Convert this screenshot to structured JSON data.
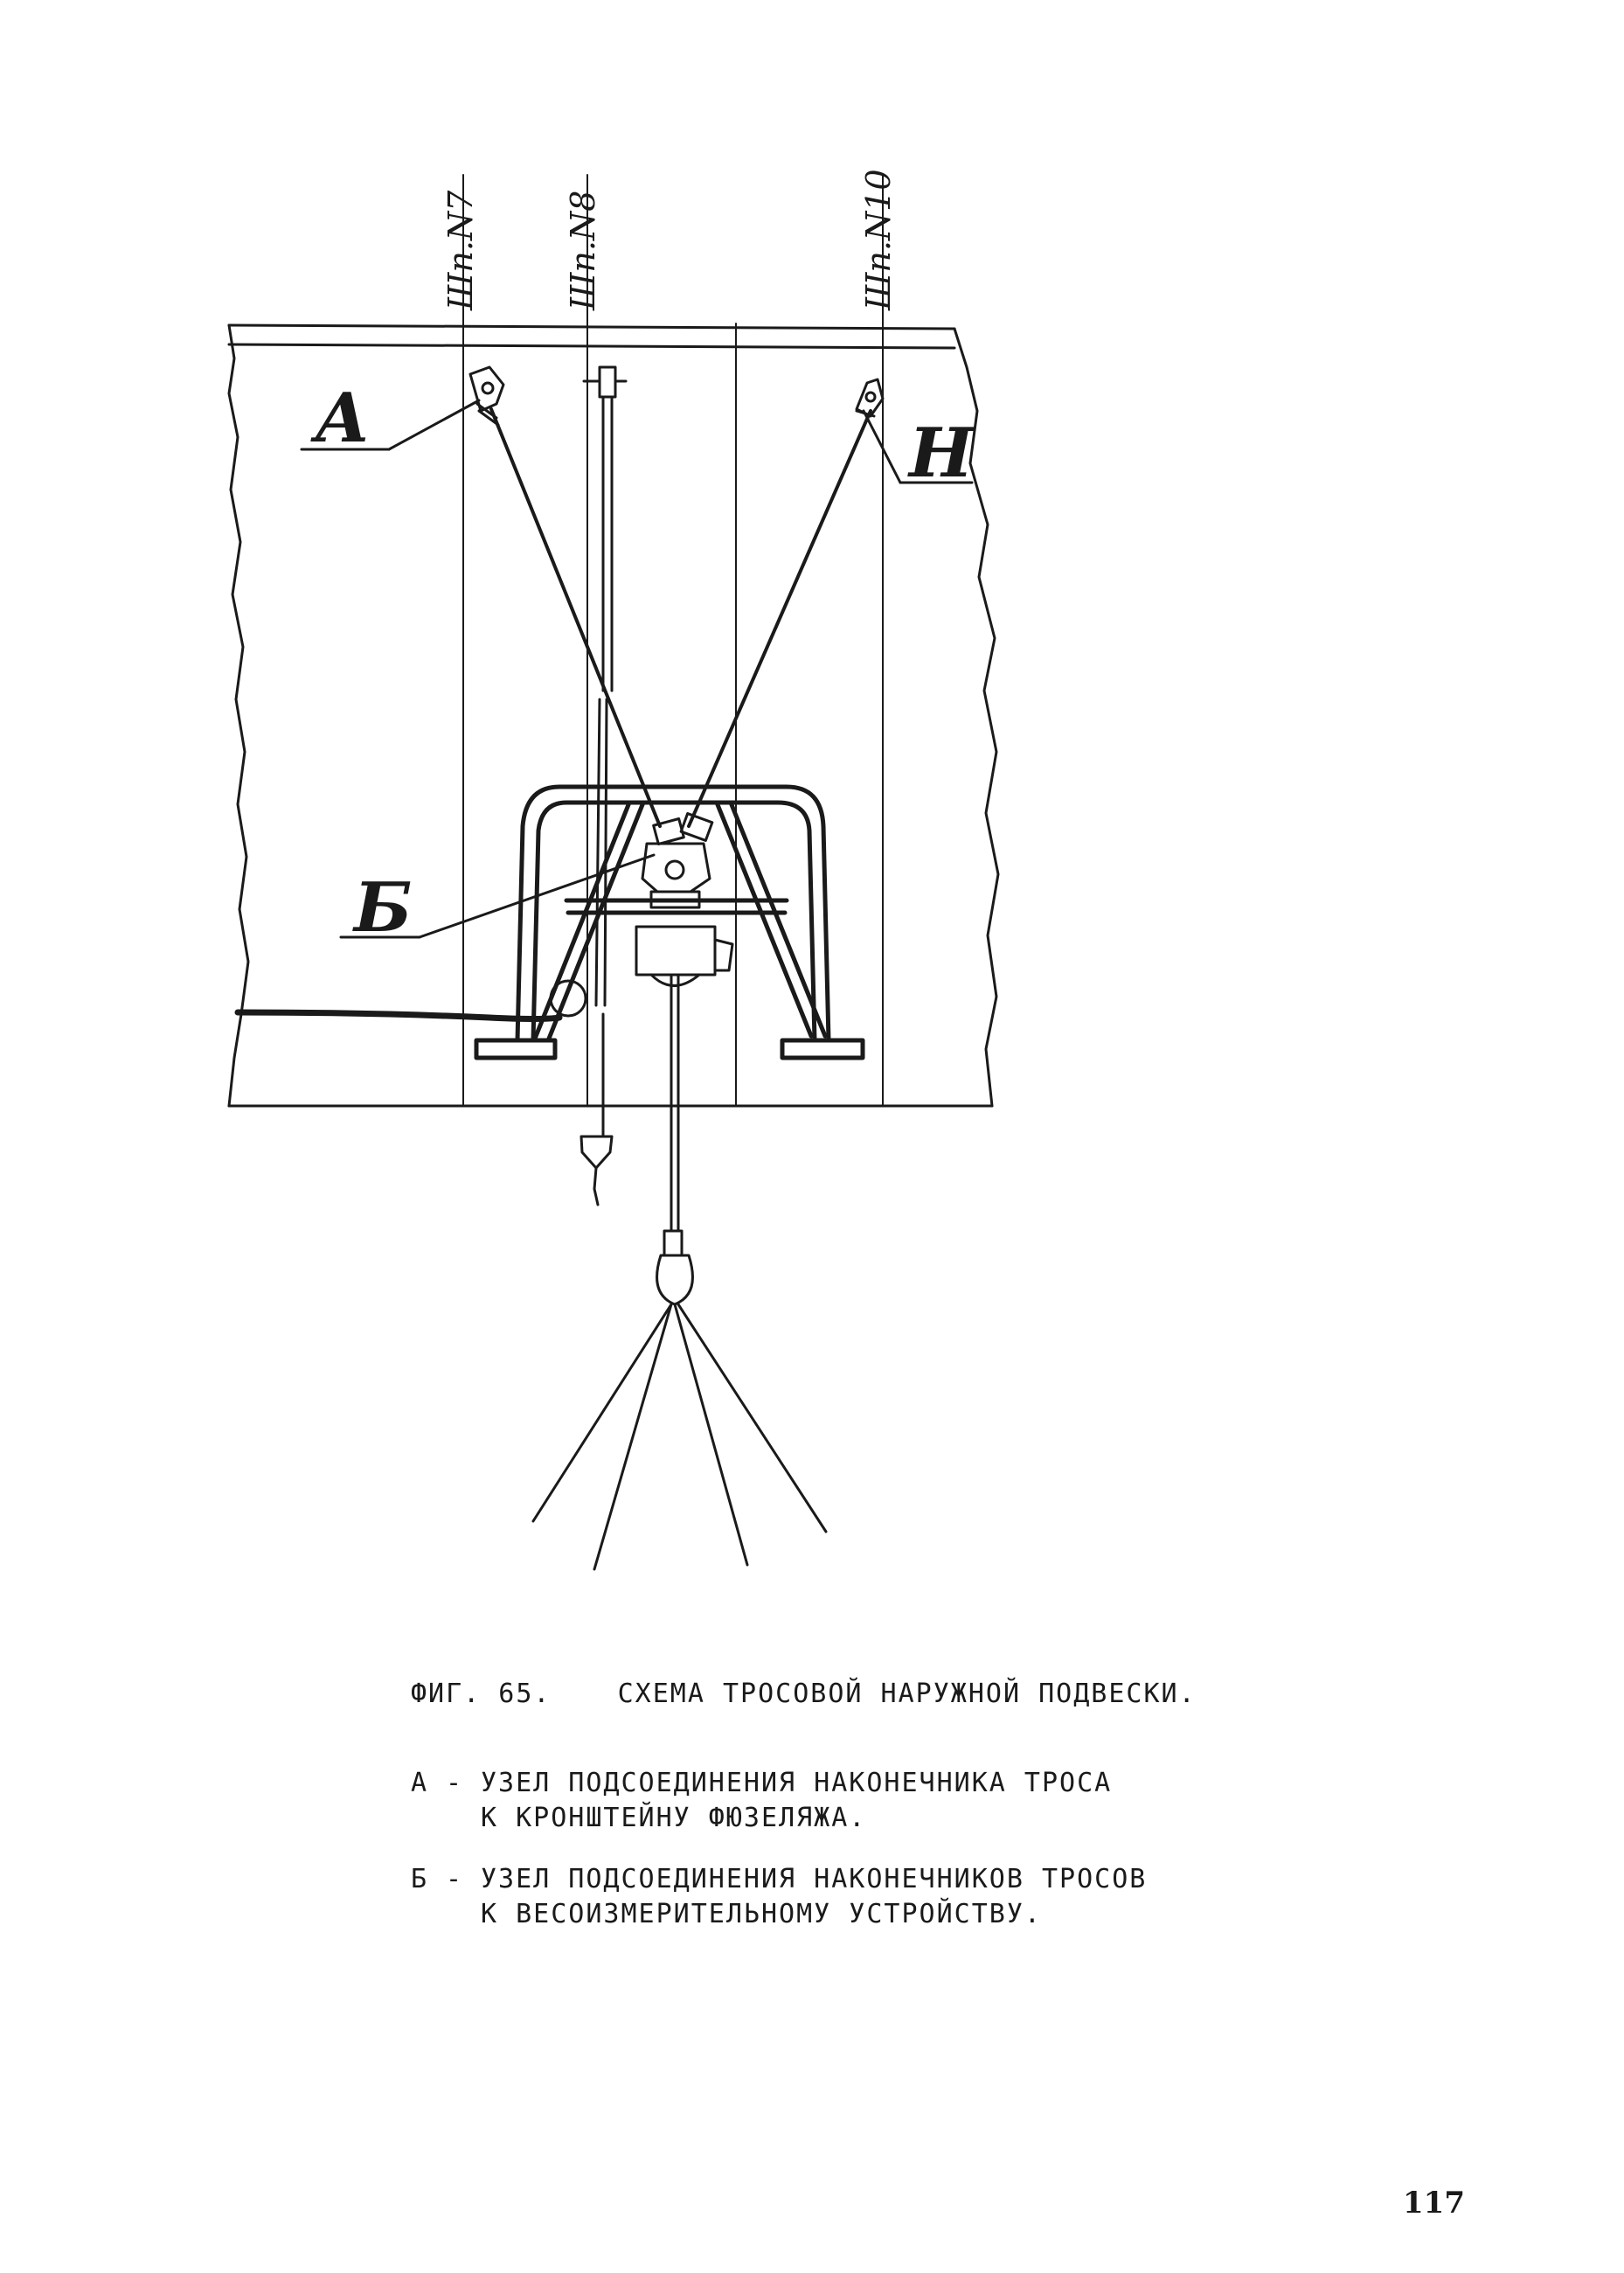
{
  "diagram": {
    "frames": [
      "Шп.N7",
      "Шп.N8",
      "Шп.N10"
    ],
    "callouts": {
      "a": "А",
      "n": "Н",
      "b": "Б"
    }
  },
  "caption": {
    "figure": "ФИГ. 65.",
    "title": "СХЕМА ТРОСОВОЙ НАРУЖНОЙ ПОДВЕСКИ."
  },
  "legend": [
    {
      "key": "А",
      "line1": "УЗЕЛ ПОДСОЕДИНЕНИЯ НАКОНЕЧНИКА ТРОСА",
      "line2": "К КРОНШТЕЙНУ ФЮЗЕЛЯЖА."
    },
    {
      "key": "Б",
      "line1": "УЗЕЛ ПОДСОЕДИНЕНИЯ НАКОНЕЧНИКОВ ТРОСОВ",
      "line2": "К ВЕСОИЗМЕРИТЕЛЬНОМУ УСТРОЙСТВУ."
    }
  ],
  "page_number": "117"
}
